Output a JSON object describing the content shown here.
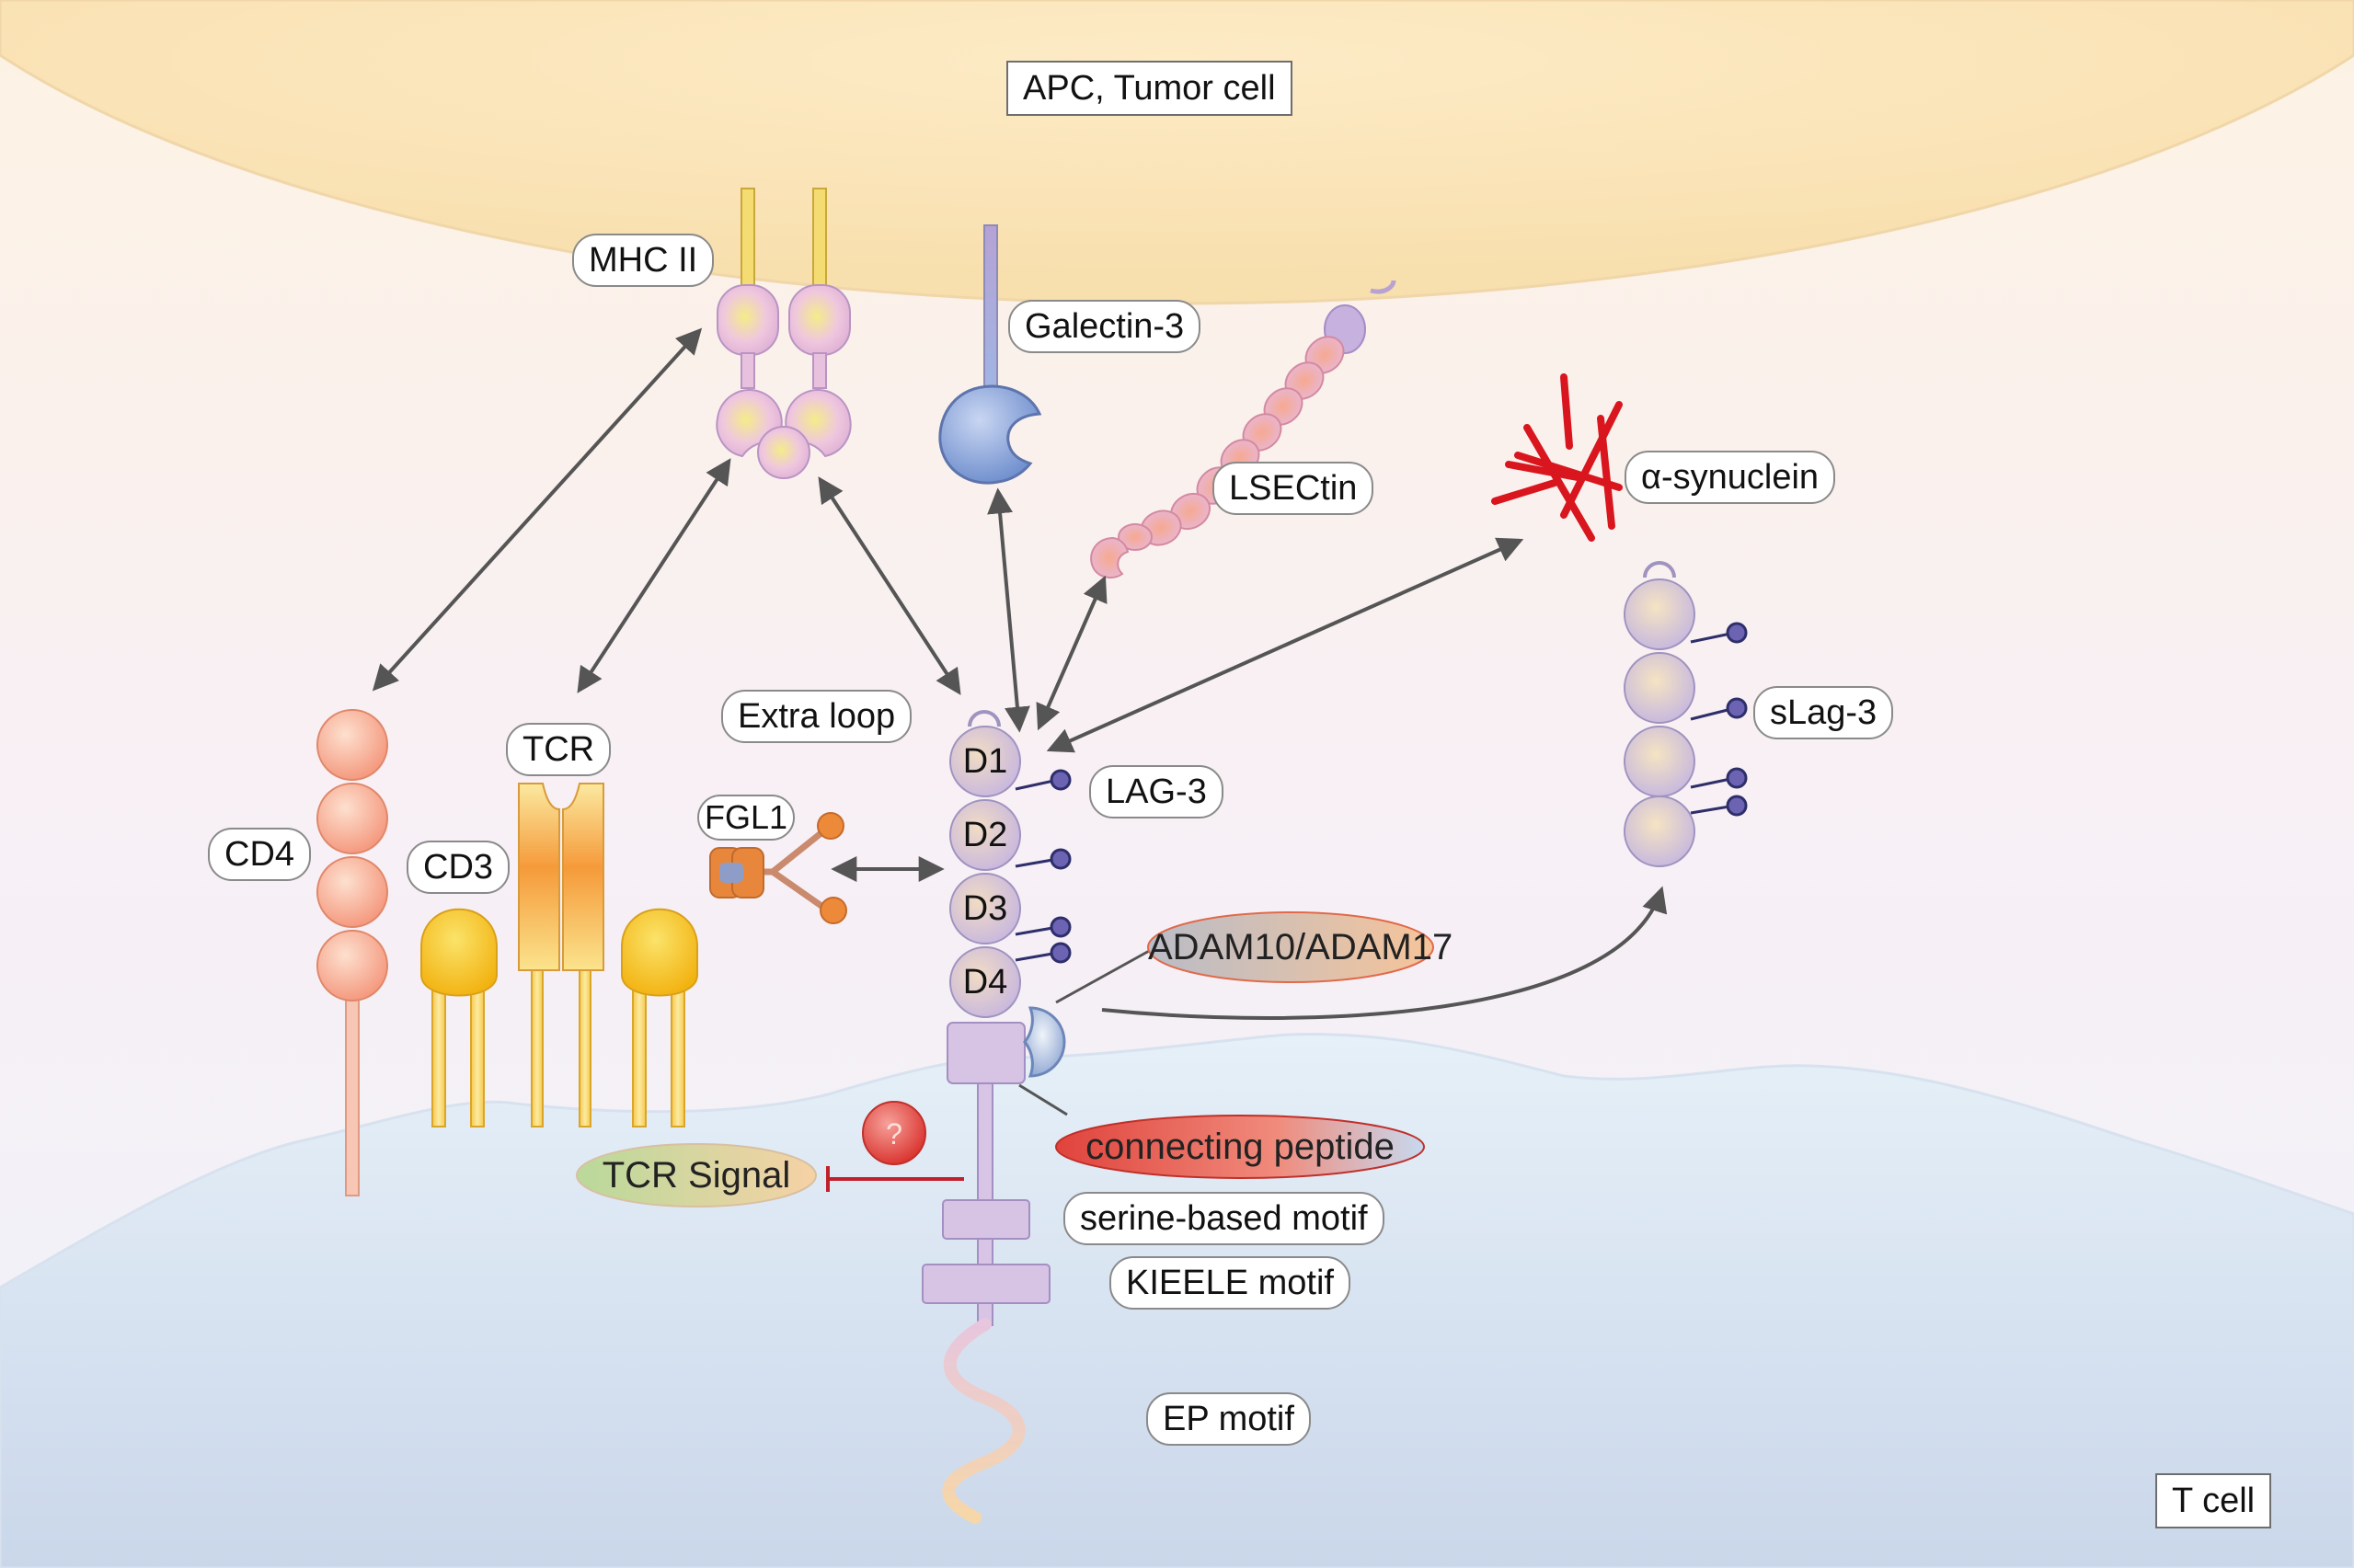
{
  "labels": {
    "apc": "APC, Tumor cell",
    "tcell": "T cell",
    "mhc": "MHC II",
    "galectin": "Galectin-3",
    "lsectin": "LSECtin",
    "synuclein": "α-synuclein",
    "slag3": "sLag-3",
    "extra_loop": "Extra loop",
    "lag3": "LAG-3",
    "fgl1": "FGL1",
    "tcr": "TCR",
    "cd4": "CD4",
    "cd3": "CD3",
    "adam": "ADAM10/ADAM17",
    "connecting": "connecting peptide",
    "serine": "serine-based motif",
    "kieele": "KIEELE motif",
    "ep": "EP motif",
    "tcr_signal": "TCR Signal",
    "question": "?"
  },
  "domains": [
    "D1",
    "D2",
    "D3",
    "D4"
  ],
  "colors": {
    "arrow": "#555555",
    "inhibit": "#c0202a",
    "synuclein": "#d9151e",
    "lag3_domain": "#d6c6e6",
    "cd4": "#f6a88a",
    "cd3": "#f7c21a",
    "glycan": "#5b5aa8"
  }
}
